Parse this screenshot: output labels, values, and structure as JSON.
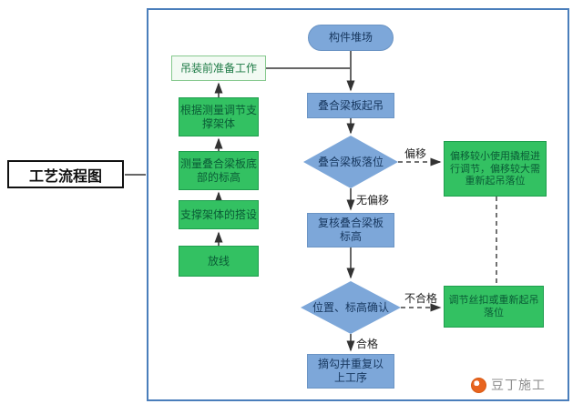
{
  "title": {
    "label": "工艺流程图"
  },
  "colors": {
    "frame_border": "#4a7ebb",
    "green_fill": "#33c162",
    "green_text": "#0a5c36",
    "blue_fill": "#7da7d9",
    "blue_text": "#17375e",
    "arrow": "#333333",
    "watermark_orange": "#e8641f"
  },
  "nodes": {
    "start": "构件堆场",
    "prep": "吊装前准备工作",
    "adjust_frame": "根据测量调节支撑架体",
    "measure_elevation": "测量叠合梁板底部的标高",
    "erect_frame": "支撑架体的搭设",
    "set_out": "放线",
    "lift": "叠合梁板起吊",
    "drop_in_place": "叠合梁板落位",
    "deviation_fix": "偏移较小使用撬棍进行调节，偏移较大需重新起吊落位",
    "recheck": "复核叠合梁板标高",
    "confirm": "位置、标高确认",
    "adjust_screw": "调节丝扣或重新起吊落位",
    "unhook": "摘勾并重复以上工序"
  },
  "edge_labels": {
    "deviation": "偏移",
    "no_deviation": "无偏移",
    "fail": "不合格",
    "pass": "合格"
  },
  "watermark": {
    "text": "豆丁施工"
  }
}
